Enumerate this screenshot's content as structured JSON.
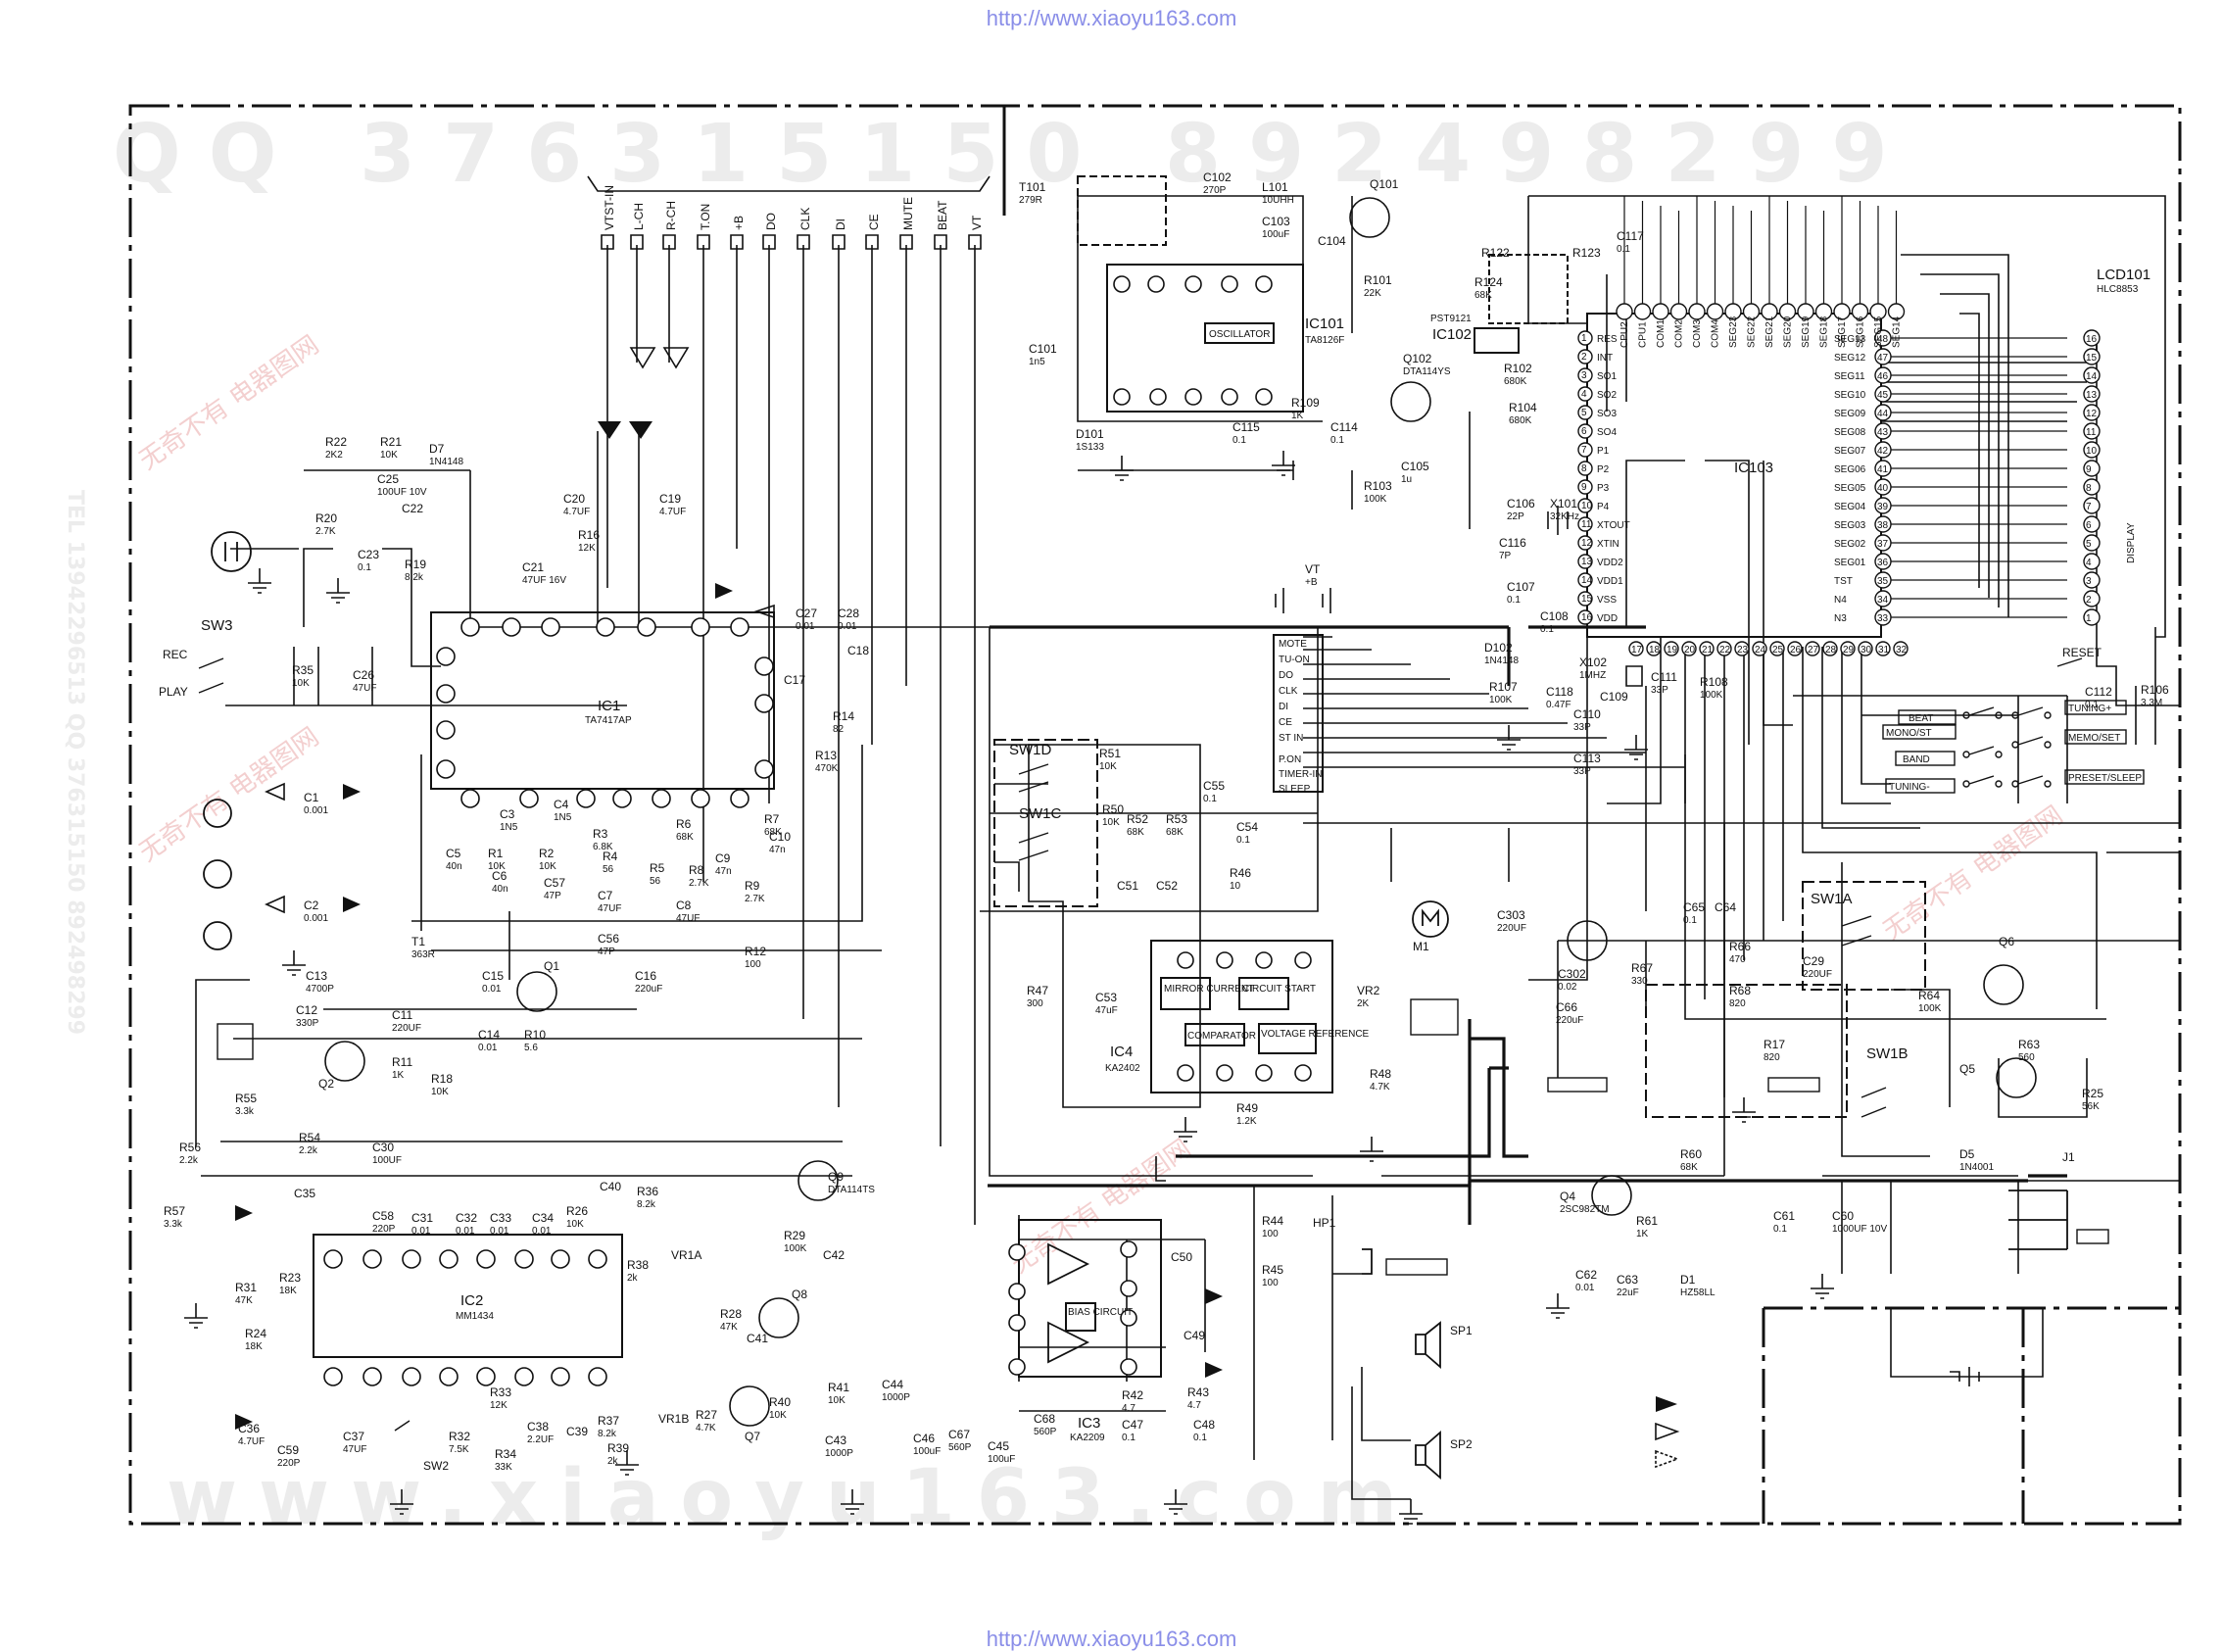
{
  "url": "http://www.xiaoyu163.com",
  "watermarks": {
    "qq": "QQ 376315150  892498299",
    "tel": "TEL 13942296513  QQ 376315150 892498299",
    "www": "www.xiaoyu163.com",
    "cn": "无奇不有 电器图网"
  },
  "ic_labels": {
    "ic1": "IC1",
    "ic1_part": "TA7417AP",
    "ic2": "IC2",
    "ic2_part": "MM1434",
    "ic3": "IC3",
    "ic3_part": "KA2209",
    "ic4": "IC4",
    "ic4_part": "KA2402",
    "ic101": "IC101",
    "ic101_part": "TA8126F",
    "ic102": "IC102",
    "ic102_part": "PST9121",
    "ic103": "IC103",
    "lcd": "LCD101",
    "lcd_part": "HLC8853",
    "display": "DISPLAY",
    "oscillator": "OSCILLATOR",
    "mirror_current": "MIRROR CURRENT",
    "circuit_start": "CIRCUIT START",
    "comparator": "COMPARATOR",
    "voltage_reference": "VOLTAGE REFERENCE",
    "bias_circuit": "BIAS CIRCUIT"
  },
  "connector_pins": [
    "VTST-IN",
    "L-CH",
    "R-CH",
    "T.ON",
    "+B",
    "DO",
    "CLK",
    "DI",
    "CE",
    "MUTE",
    "BEAT",
    "VT"
  ],
  "bus_labels": [
    "MOTE",
    "TU-ON",
    "DO",
    "CLK",
    "DI",
    "CE",
    "ST IN",
    "P.ON",
    "TIMER-IN",
    "SLEEP"
  ],
  "ic103_right_pins": [
    "SEG13",
    "SEG12",
    "SEG11",
    "SEG10",
    "SEG09",
    "SEG08",
    "SEG07",
    "SEG06",
    "SEG05",
    "SEG04",
    "SEG03",
    "SEG02",
    "SEG01",
    "TST",
    "N4",
    "N3"
  ],
  "ic103_right_nums": [
    "48",
    "47",
    "46",
    "45",
    "44",
    "43",
    "42",
    "41",
    "40",
    "39",
    "38",
    "37",
    "36",
    "35",
    "34",
    "33"
  ],
  "ic103_left_pins": [
    "RES",
    "INT",
    "SO1",
    "SO2",
    "SO3",
    "SO4",
    "P1",
    "P2",
    "P3",
    "P4",
    "XTOUT",
    "XTIN",
    "VDD2",
    "VDD1",
    "VSS",
    "VDD"
  ],
  "ic103_top_pins": [
    "CPU2",
    "CPU1",
    "COM1",
    "COM2",
    "COM3",
    "COM4",
    "SEG23",
    "SEG22",
    "SEG21",
    "SEG20",
    "SEG19",
    "SEG18",
    "SEG17",
    "SEG16",
    "SEG15",
    "SEG14"
  ],
  "lcd_pins": [
    "16",
    "15",
    "14",
    "13",
    "12",
    "11",
    "10",
    "9",
    "8",
    "7",
    "6",
    "5",
    "4",
    "3",
    "2",
    "1"
  ],
  "switches": {
    "sw3": "SW3",
    "rec": "REC",
    "play": "PLAY",
    "sw1d": "SW1D",
    "sw1c": "SW1C",
    "sw1a": "SW1A",
    "sw1b": "SW1B",
    "sw2": "SW2",
    "reset": "RESET",
    "keys_left": [
      "BEAT",
      "MONO/ST",
      "BAND",
      "TUNING-"
    ],
    "keys_right": [
      "TUNING+",
      "MEMO/SET",
      "PRESET/SLEEP"
    ]
  },
  "components": [
    {
      "ref": "R22",
      "val": "2K2"
    },
    {
      "ref": "R21",
      "val": "10K"
    },
    {
      "ref": "D7",
      "val": "1N4148"
    },
    {
      "ref": "C25",
      "val": "100UF 10V"
    },
    {
      "ref": "R20",
      "val": "2.7K"
    },
    {
      "ref": "C22",
      "val": ""
    },
    {
      "ref": "C23",
      "val": "0.1"
    },
    {
      "ref": "R19",
      "val": "8.2k"
    },
    {
      "ref": "C20",
      "val": "4.7UF"
    },
    {
      "ref": "C19",
      "val": "4.7UF"
    },
    {
      "ref": "R16",
      "val": "12K"
    },
    {
      "ref": "C21",
      "val": "47UF 16V"
    },
    {
      "ref": "R35",
      "val": "10K"
    },
    {
      "ref": "C26",
      "val": "47UF"
    },
    {
      "ref": "C27",
      "val": "0.01"
    },
    {
      "ref": "C28",
      "val": "0.01"
    },
    {
      "ref": "C18",
      "val": ""
    },
    {
      "ref": "C17",
      "val": ""
    },
    {
      "ref": "R14",
      "val": "82"
    },
    {
      "ref": "R13",
      "val": "470K"
    },
    {
      "ref": "C1",
      "val": "0.001"
    },
    {
      "ref": "C2",
      "val": "0.001"
    },
    {
      "ref": "C3",
      "val": "1N5"
    },
    {
      "ref": "C4",
      "val": "1N5"
    },
    {
      "ref": "C5",
      "val": "40n"
    },
    {
      "ref": "C6",
      "val": "40n"
    },
    {
      "ref": "R1",
      "val": "10K"
    },
    {
      "ref": "R2",
      "val": "10K"
    },
    {
      "ref": "C57",
      "val": "47P"
    },
    {
      "ref": "R3",
      "val": "6.8K"
    },
    {
      "ref": "R4",
      "val": "56"
    },
    {
      "ref": "C7",
      "val": "47UF"
    },
    {
      "ref": "C8",
      "val": "47UF"
    },
    {
      "ref": "R5",
      "val": "56"
    },
    {
      "ref": "R6",
      "val": "68K"
    },
    {
      "ref": "R8",
      "val": "2.7K"
    },
    {
      "ref": "C9",
      "val": "47n"
    },
    {
      "ref": "R7",
      "val": "68K"
    },
    {
      "ref": "C10",
      "val": "47n"
    },
    {
      "ref": "R9",
      "val": "2.7K"
    },
    {
      "ref": "C56",
      "val": "47P"
    },
    {
      "ref": "R12",
      "val": "100"
    },
    {
      "ref": "T1",
      "val": "363R"
    },
    {
      "ref": "C13",
      "val": "4700P"
    },
    {
      "ref": "C15",
      "val": "0.01"
    },
    {
      "ref": "Q1",
      "val": ""
    },
    {
      "ref": "C16",
      "val": "220uF"
    },
    {
      "ref": "C12",
      "val": "330P"
    },
    {
      "ref": "C11",
      "val": "220UF"
    },
    {
      "ref": "C14",
      "val": "0.01"
    },
    {
      "ref": "R10",
      "val": "5.6"
    },
    {
      "ref": "Q2",
      "val": ""
    },
    {
      "ref": "R11",
      "val": "1K"
    },
    {
      "ref": "R18",
      "val": "10K"
    },
    {
      "ref": "R55",
      "val": "3.3k"
    },
    {
      "ref": "R56",
      "val": "2.2k"
    },
    {
      "ref": "R54",
      "val": "2.2k"
    },
    {
      "ref": "C30",
      "val": "100UF"
    },
    {
      "ref": "R57",
      "val": "3.3k"
    },
    {
      "ref": "C35",
      "val": ""
    },
    {
      "ref": "C58",
      "val": "220P"
    },
    {
      "ref": "C31",
      "val": "0.01"
    },
    {
      "ref": "C32",
      "val": "0.01"
    },
    {
      "ref": "C33",
      "val": "0.01"
    },
    {
      "ref": "C34",
      "val": "0.01"
    },
    {
      "ref": "R26",
      "val": "10K"
    },
    {
      "ref": "C40",
      "val": ""
    },
    {
      "ref": "R36",
      "val": "8.2k"
    },
    {
      "ref": "R38",
      "val": "2k"
    },
    {
      "ref": "VR1A",
      "val": ""
    },
    {
      "ref": "R31",
      "val": "47K"
    },
    {
      "ref": "R23",
      "val": "18K"
    },
    {
      "ref": "R24",
      "val": "18K"
    },
    {
      "ref": "C36",
      "val": "4.7UF"
    },
    {
      "ref": "C59",
      "val": "220P"
    },
    {
      "ref": "C37",
      "val": "47UF"
    },
    {
      "ref": "R32",
      "val": "7.5K"
    },
    {
      "ref": "R33",
      "val": "12K"
    },
    {
      "ref": "R34",
      "val": "33K"
    },
    {
      "ref": "C38",
      "val": "2.2UF"
    },
    {
      "ref": "C39",
      "val": ""
    },
    {
      "ref": "R37",
      "val": "8.2k"
    },
    {
      "ref": "R39",
      "val": "2k"
    },
    {
      "ref": "VR1B",
      "val": ""
    },
    {
      "ref": "Q9",
      "val": "DTA114TS"
    },
    {
      "ref": "R29",
      "val": "100K"
    },
    {
      "ref": "C42",
      "val": ""
    },
    {
      "ref": "R28",
      "val": "47K"
    },
    {
      "ref": "Q8",
      "val": ""
    },
    {
      "ref": "C41",
      "val": ""
    },
    {
      "ref": "R27",
      "val": "4.7K"
    },
    {
      "ref": "Q7",
      "val": ""
    },
    {
      "ref": "R40",
      "val": "10K"
    },
    {
      "ref": "R41",
      "val": "10K"
    },
    {
      "ref": "C43",
      "val": "1000P"
    },
    {
      "ref": "C44",
      "val": "1000P"
    },
    {
      "ref": "C46",
      "val": "100uF"
    },
    {
      "ref": "C67",
      "val": "560P"
    },
    {
      "ref": "C45",
      "val": "100uF"
    },
    {
      "ref": "C68",
      "val": "560P"
    },
    {
      "ref": "C50",
      "val": ""
    },
    {
      "ref": "C49",
      "val": ""
    },
    {
      "ref": "R42",
      "val": "4.7"
    },
    {
      "ref": "R43",
      "val": "4.7"
    },
    {
      "ref": "C47",
      "val": "0.1"
    },
    {
      "ref": "C48",
      "val": "0.1"
    },
    {
      "ref": "R44",
      "val": "100"
    },
    {
      "ref": "R45",
      "val": "100"
    },
    {
      "ref": "HP1",
      "val": ""
    },
    {
      "ref": "SP1",
      "val": ""
    },
    {
      "ref": "SP2",
      "val": ""
    },
    {
      "ref": "R51",
      "val": "10K"
    },
    {
      "ref": "R50",
      "val": "10K"
    },
    {
      "ref": "R52",
      "val": "68K"
    },
    {
      "ref": "R53",
      "val": "68K"
    },
    {
      "ref": "C55",
      "val": "0.1"
    },
    {
      "ref": "C54",
      "val": "0.1"
    },
    {
      "ref": "C51",
      "val": ""
    },
    {
      "ref": "C52",
      "val": ""
    },
    {
      "ref": "R46",
      "val": "10"
    },
    {
      "ref": "M1",
      "val": ""
    },
    {
      "ref": "R47",
      "val": "300"
    },
    {
      "ref": "C53",
      "val": "47uF"
    },
    {
      "ref": "VR2",
      "val": "2K"
    },
    {
      "ref": "R48",
      "val": "4.7K"
    },
    {
      "ref": "R49",
      "val": "1.2K"
    },
    {
      "ref": "T101",
      "val": "279R"
    },
    {
      "ref": "C102",
      "val": "270P"
    },
    {
      "ref": "L101",
      "val": "10UHH"
    },
    {
      "ref": "C103",
      "val": "100uF"
    },
    {
      "ref": "C104",
      "val": ""
    },
    {
      "ref": "Q101",
      "val": ""
    },
    {
      "ref": "R101",
      "val": "22K"
    },
    {
      "ref": "C101",
      "val": "1n5"
    },
    {
      "ref": "D101",
      "val": "1S133"
    },
    {
      "ref": "R109",
      "val": "1K"
    },
    {
      "ref": "C115",
      "val": "0.1"
    },
    {
      "ref": "C114",
      "val": "0.1"
    },
    {
      "ref": "R124",
      "val": "68K"
    },
    {
      "ref": "R122",
      "val": ""
    },
    {
      "ref": "R123",
      "val": ""
    },
    {
      "ref": "C117",
      "val": "0.1"
    },
    {
      "ref": "R102",
      "val": "680K"
    },
    {
      "ref": "R104",
      "val": "680K"
    },
    {
      "ref": "Q102",
      "val": "DTA114YS"
    },
    {
      "ref": "R103",
      "val": "100K"
    },
    {
      "ref": "C105",
      "val": "1u"
    },
    {
      "ref": "C106",
      "val": "22P"
    },
    {
      "ref": "X101",
      "val": "32KHz"
    },
    {
      "ref": "C116",
      "val": "7P"
    },
    {
      "ref": "C107",
      "val": "0.1"
    },
    {
      "ref": "C108",
      "val": "0.1"
    },
    {
      "ref": "D102",
      "val": "1N4148"
    },
    {
      "ref": "R107",
      "val": "100K"
    },
    {
      "ref": "C118",
      "val": "0.47F"
    },
    {
      "ref": "X102",
      "val": "1MHZ"
    },
    {
      "ref": "C109",
      "val": ""
    },
    {
      "ref": "C110",
      "val": "33P"
    },
    {
      "ref": "C111",
      "val": "33P"
    },
    {
      "ref": "C113",
      "val": "33P"
    },
    {
      "ref": "R108",
      "val": "100K"
    },
    {
      "ref": "C112",
      "val": "0.1"
    },
    {
      "ref": "R106",
      "val": "3.3M"
    },
    {
      "ref": "C303",
      "val": "220UF"
    },
    {
      "ref": "C302",
      "val": "0.02"
    },
    {
      "ref": "R67",
      "val": "330"
    },
    {
      "ref": "C66",
      "val": "220uF"
    },
    {
      "ref": "C65",
      "val": "0.1"
    },
    {
      "ref": "C64",
      "val": ""
    },
    {
      "ref": "R66",
      "val": "470"
    },
    {
      "ref": "R68",
      "val": "820"
    },
    {
      "ref": "R17",
      "val": "820"
    },
    {
      "ref": "C29",
      "val": "220UF"
    },
    {
      "ref": "Q6",
      "val": ""
    },
    {
      "ref": "R64",
      "val": "100K"
    },
    {
      "ref": "R63",
      "val": "560"
    },
    {
      "ref": "Q5",
      "val": ""
    },
    {
      "ref": "R25",
      "val": "56K"
    },
    {
      "ref": "D5",
      "val": "1N4001"
    },
    {
      "ref": "J1",
      "val": ""
    },
    {
      "ref": "Q4",
      "val": "2SC982TM"
    },
    {
      "ref": "R60",
      "val": "68K"
    },
    {
      "ref": "R61",
      "val": "1K"
    },
    {
      "ref": "D1",
      "val": "HZ58LL"
    },
    {
      "ref": "C61",
      "val": "0.1"
    },
    {
      "ref": "C60",
      "val": "1000UF 10V"
    },
    {
      "ref": "C62",
      "val": "0.01"
    },
    {
      "ref": "C63",
      "val": "22uF"
    },
    {
      "ref": "VT",
      "val": "+B"
    }
  ],
  "colors": {
    "line": "#111111",
    "url": "#8a8ee8",
    "watermark": "#ececec"
  }
}
